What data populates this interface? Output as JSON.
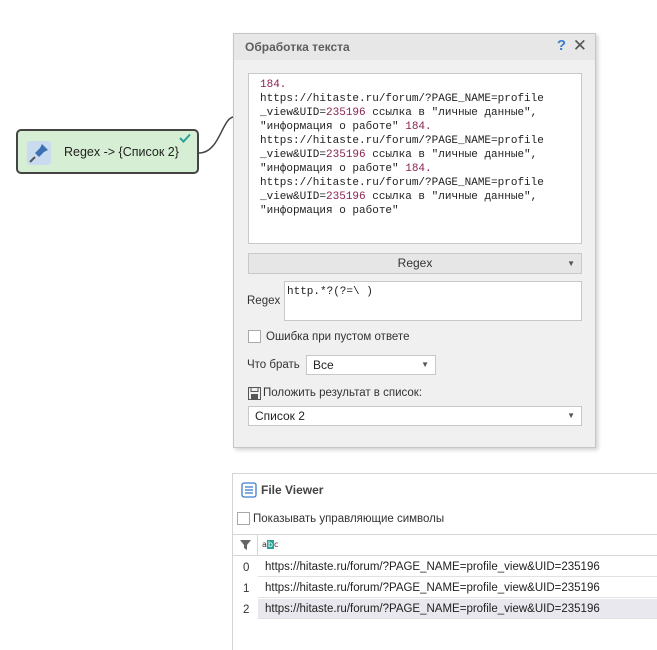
{
  "node": {
    "label": "Regex -> {Список 2}"
  },
  "panel": {
    "title": "Обработка текста",
    "help": "?",
    "close": "✕",
    "input_lines": [
      [
        "184.",
        ""
      ],
      [
        "https://hitaste.ru/forum/?PAGE_NAME=profile",
        ""
      ],
      [
        "_view&UID=235196 ссылка в \"личные данные\",",
        "235196"
      ],
      [
        "\"информация о работе\" 184.",
        "184."
      ],
      [
        "https://hitaste.ru/forum/?PAGE_NAME=profile",
        ""
      ],
      [
        "_view&UID=235196 ссылка в \"личные данные\",",
        "235196"
      ],
      [
        "\"информация о работе\" 184.",
        "184."
      ],
      [
        "https://hitaste.ru/forum/?PAGE_NAME=profile",
        ""
      ],
      [
        "_view&UID=235196 ссылка в \"личные данные\",",
        "235196"
      ],
      [
        "\"информация о работе\"",
        ""
      ]
    ],
    "section": "Regex",
    "regex_label": "Regex",
    "regex_value": "http.*?(?=\\ )",
    "error_checkbox_label": "Ошибка при пустом ответе",
    "what_take_label": "Что брать",
    "what_take_value": "Все",
    "save_result_label": "Положить результат в список:",
    "list_value": "Список 2"
  },
  "viewer": {
    "title": "File Viewer",
    "show_control_label": "Показывать управляющие символы",
    "column_icon": "abc-icon",
    "rows": [
      {
        "index": "0",
        "value": "https://hitaste.ru/forum/?PAGE_NAME=profile_view&UID=235196"
      },
      {
        "index": "1",
        "value": "https://hitaste.ru/forum/?PAGE_NAME=profile_view&UID=235196"
      },
      {
        "index": "2",
        "value": "https://hitaste.ru/forum/?PAGE_NAME=profile_view&UID=235196"
      }
    ]
  },
  "colors": {
    "node_bg": "#d6eed3",
    "accent": "#3d7ec9",
    "number": "#8b2252",
    "check": "#2aa198"
  }
}
